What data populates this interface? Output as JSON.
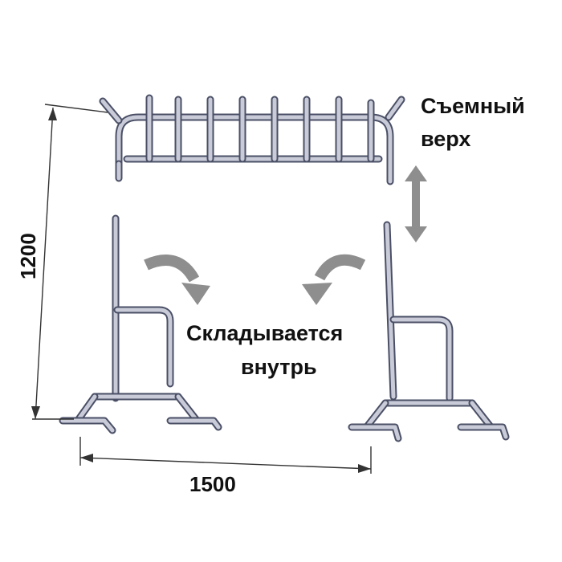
{
  "labels": {
    "removable_top_line1": "Съемный",
    "removable_top_line2": "верх",
    "folds_inward_line1": "Складывается",
    "folds_inward_line2": "внутрь"
  },
  "dimensions": {
    "height": "1200",
    "width": "1500"
  },
  "colors": {
    "tube_outline": "#4a4f66",
    "tube_fill": "#c9ccd8",
    "arrow_fill": "#8e8e8e",
    "dimension_line": "#333333",
    "text": "#111111"
  }
}
